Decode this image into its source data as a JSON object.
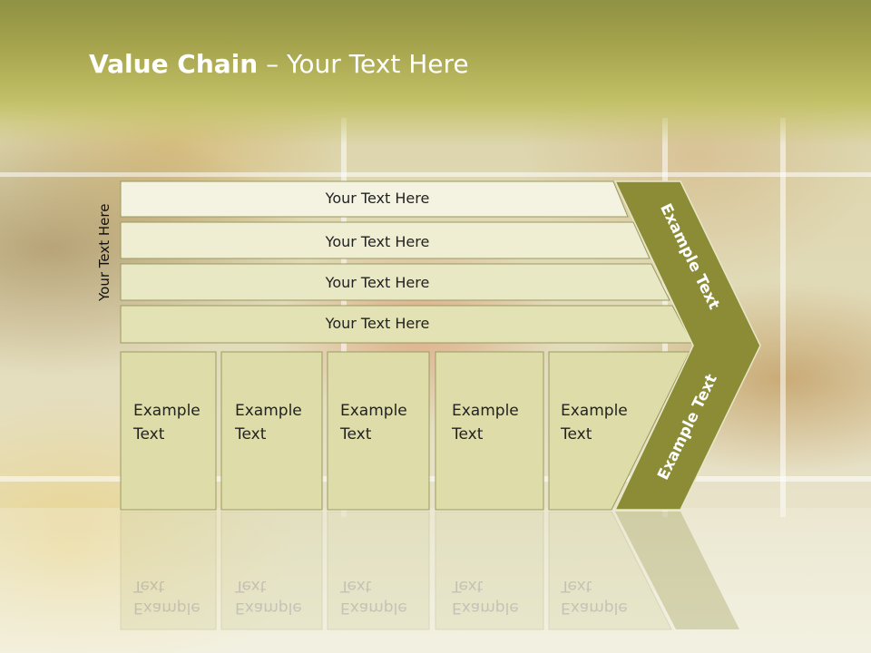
{
  "slide": {
    "title_bold": "Value Chain",
    "title_rest": " – Your Text Here",
    "side_label": "Your Text Here"
  },
  "rows": [
    {
      "label": "Your Text Here"
    },
    {
      "label": "Your Text Here"
    },
    {
      "label": "Your Text Here"
    },
    {
      "label": "Your Text Here"
    }
  ],
  "boxes": [
    {
      "line1": "Example",
      "line2": "Text"
    },
    {
      "line1": "Example",
      "line2": "Text"
    },
    {
      "line1": "Example",
      "line2": "Text"
    },
    {
      "line1": "Example",
      "line2": "Text"
    },
    {
      "line1": "Example",
      "line2": "Text"
    }
  ],
  "arrow": {
    "upper_label": "Example Text",
    "lower_label": "Example Text"
  },
  "colors": {
    "header": "#a8a64e",
    "row_fill_light": "#f4f3e2",
    "row_fill_mid": "#e6e5b9",
    "box_fill": "#deddaa",
    "arrow_fill": "#8c8c37",
    "title_text": "#ffffff"
  }
}
